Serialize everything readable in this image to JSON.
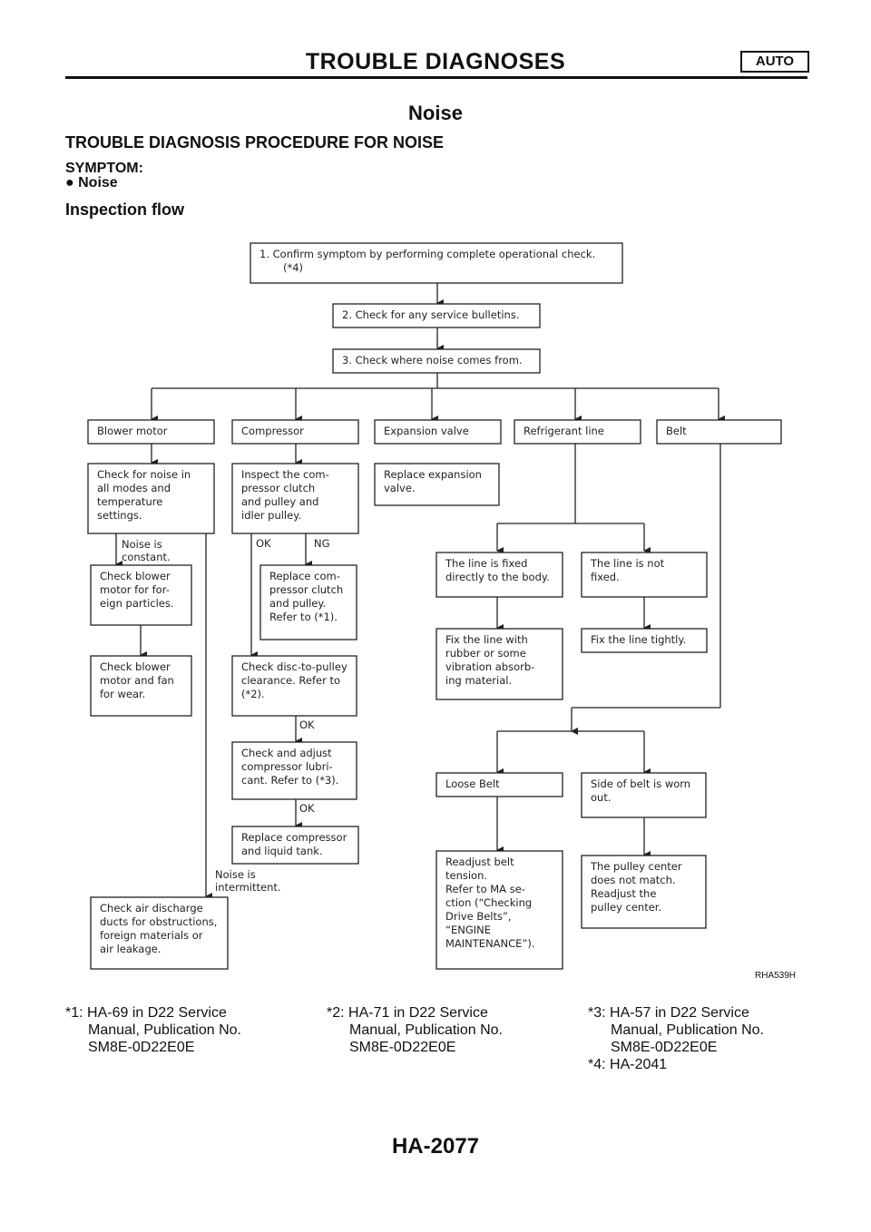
{
  "header": {
    "title": "TROUBLE DIAGNOSES",
    "badge": "AUTO"
  },
  "section_title": "Noise",
  "procedure_title": "TROUBLE DIAGNOSIS PROCEDURE FOR NOISE",
  "symptom_label": "SYMPTOM:",
  "symptom_item": "Noise",
  "flow_title": "Inspection flow",
  "flow": {
    "step1": [
      "1. Confirm symptom by performing complete operational check.",
      "(*4)"
    ],
    "step2": "2. Check for any service bulletins.",
    "step3": "3. Check where noise comes from.",
    "sources": [
      "Blower motor",
      "Compressor",
      "Expansion valve",
      "Refrigerant line",
      "Belt"
    ],
    "blower_check": [
      "Check for noise in",
      "all modes and",
      "temperature",
      "settings."
    ],
    "noise_constant": [
      "Noise is",
      "constant."
    ],
    "blower_particles": [
      "Check blower",
      "motor for for-",
      "eign particles."
    ],
    "blower_wear": [
      "Check blower",
      "motor and fan",
      "for wear."
    ],
    "noise_intermittent": [
      "Noise is",
      "intermittent."
    ],
    "air_ducts": [
      "Check air discharge",
      "ducts for obstructions,",
      "foreign materials or",
      "air leakage."
    ],
    "comp_inspect": [
      "Inspect the com-",
      "pressor clutch",
      "and pulley and",
      "idler pulley."
    ],
    "ok": "OK",
    "ng": "NG",
    "comp_replace_clutch": [
      "Replace com-",
      "pressor clutch",
      "and pulley.",
      "Refer to (*1)."
    ],
    "disc_clearance": [
      "Check disc-to-pulley",
      "clearance. Refer to",
      "(*2)."
    ],
    "lubricant": [
      "Check and adjust",
      "compressor lubri-",
      "cant. Refer to (*3)."
    ],
    "replace_comp": [
      "Replace compressor",
      "and liquid tank."
    ],
    "replace_exp": [
      "Replace expansion",
      "valve."
    ],
    "line_fixed": [
      "The line is fixed",
      "directly to the body."
    ],
    "line_not_fixed": [
      "The line is not",
      "fixed."
    ],
    "fix_rubber": [
      "Fix the line with",
      "rubber or some",
      "vibration absorb-",
      "ing material."
    ],
    "fix_tight": "Fix the line tightly.",
    "loose_belt": "Loose Belt",
    "belt_worn": [
      "Side of belt is worn",
      "out."
    ],
    "readjust_belt": [
      "Readjust belt",
      "tension.",
      "Refer to MA se-",
      "ction (“Checking",
      "Drive Belts”,",
      "“ENGINE",
      "MAINTENANCE”)."
    ],
    "pulley_center": [
      "The pulley center",
      "does not match.",
      "Readjust the",
      "pulley center."
    ]
  },
  "figure_id": "RHA539H",
  "notes": [
    {
      "ref": "*1: HA-69 in D22 Service",
      "lines": [
        "Manual, Publication No.",
        "SM8E-0D22E0E"
      ]
    },
    {
      "ref": "*2: HA-71 in D22 Service",
      "lines": [
        "Manual, Publication No.",
        "SM8E-0D22E0E"
      ]
    },
    {
      "ref": "*3: HA-57 in D22 Service",
      "lines": [
        "Manual, Publication No.",
        "SM8E-0D22E0E"
      ]
    },
    {
      "ref": "*4: HA-2041",
      "lines": []
    }
  ],
  "page_number": "HA-2077"
}
